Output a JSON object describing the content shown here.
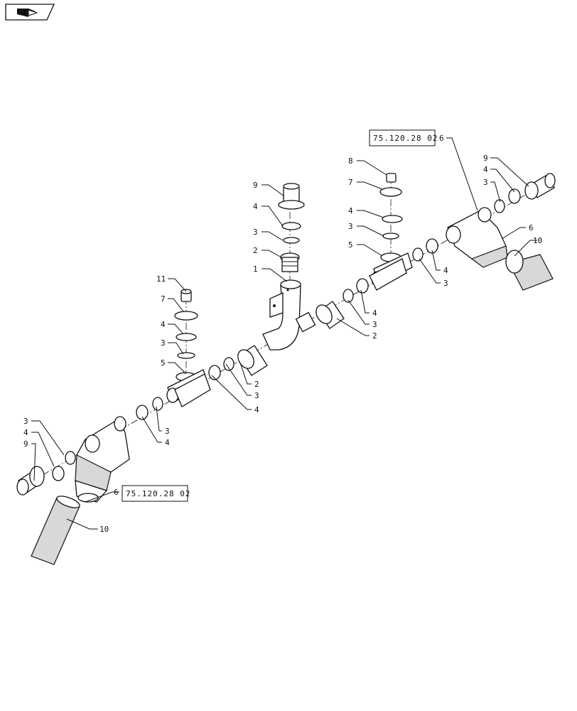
{
  "nav": {
    "icon": "back-arrow-icon"
  },
  "references": {
    "top": "75.120.28 02",
    "bottom": "75.120.28 02"
  },
  "callouts": {
    "l11": "11",
    "l7a": "7",
    "l4a": "4",
    "l3a": "3",
    "l5a": "5",
    "l3b": "3",
    "l4b": "4",
    "l9a": "9",
    "l6a": "6",
    "l10a": "10",
    "l3c": "3",
    "l4c": "4",
    "l2a": "2",
    "l3d": "3",
    "l4d": "4",
    "l9b": "9",
    "l4e": "4",
    "l3e": "3",
    "l2b": "2",
    "l1": "1",
    "l8": "8",
    "l7b": "7",
    "l4f": "4",
    "l3f": "3",
    "l5b": "5",
    "l4g": "4",
    "l3g": "3",
    "l2c": "2",
    "l4h": "4",
    "l3h": "3",
    "l6b": "6",
    "l9c": "9",
    "l4i": "4",
    "l3i": "3",
    "l6c": "6",
    "l10b": "10"
  }
}
